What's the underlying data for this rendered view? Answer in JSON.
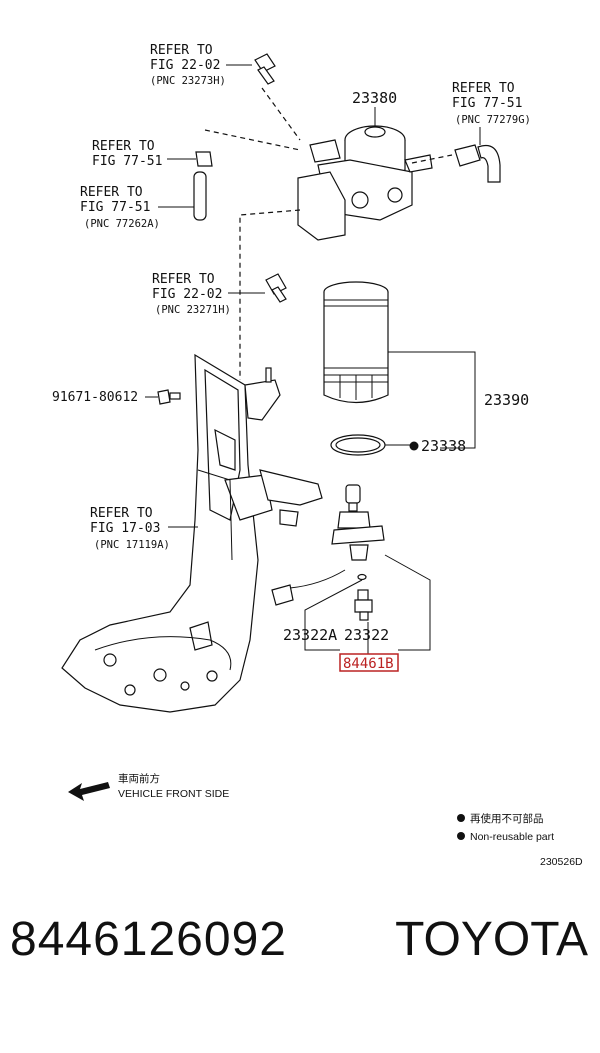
{
  "refs": {
    "fig2202_top": {
      "l1": "REFER TO",
      "l2": "FIG 22-02",
      "pnc": "(PNC 23273H)"
    },
    "fig7751_right": {
      "l1": "REFER TO",
      "l2": "FIG 77-51",
      "pnc": "(PNC 77279G)"
    },
    "fig7751_a": {
      "l1": "REFER TO",
      "l2": "FIG 77-51"
    },
    "fig7751_b": {
      "l1": "REFER TO",
      "l2": "FIG 77-51",
      "pnc": "(PNC 77262A)"
    },
    "fig2202_mid": {
      "l1": "REFER TO",
      "l2": "FIG 22-02",
      "pnc": "(PNC 23271H)"
    },
    "fig1703": {
      "l1": "REFER TO",
      "l2": "FIG 17-03",
      "pnc": "(PNC 17119A)"
    }
  },
  "parts": {
    "p23380": "23380",
    "p23390": "23390",
    "p23338": "23338",
    "p91671": "91671-80612",
    "p23322A": "23322A",
    "p23322": "23322",
    "p84461": "84461B"
  },
  "direction": {
    "jp": "車両前方",
    "en": "VEHICLE FRONT SIDE"
  },
  "legend": {
    "jp": "再使用不可部品",
    "en": "Non-reusable part"
  },
  "diagram_code": "230526D",
  "footer": {
    "part_number": "8446126092",
    "brand": "TOYOTA"
  },
  "colors": {
    "highlight": "#b22222"
  }
}
